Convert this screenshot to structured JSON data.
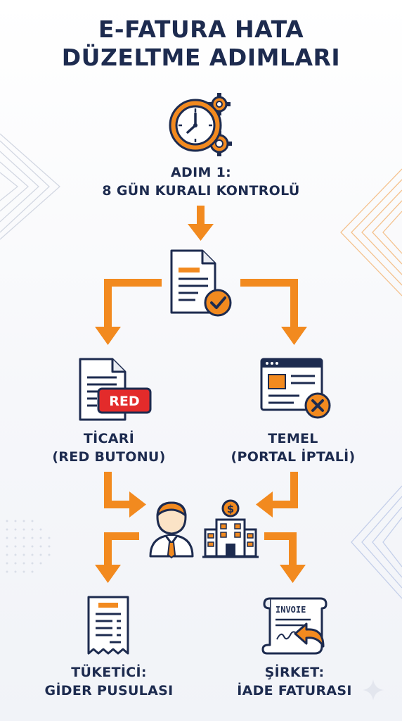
{
  "title": {
    "line1": "E-FATURA HATA",
    "line2": "DÜZELTME ADIMLARI"
  },
  "steps": {
    "step1": {
      "line1": "ADIM 1:",
      "line2": "8 GÜN KURALI KONTROLÜ"
    },
    "ticari": {
      "line1": "TİCARİ",
      "line2": "(RED BUTONU)"
    },
    "temel": {
      "line1": "TEMEL",
      "line2": "(PORTAL İPTALİ)"
    },
    "tuketici": {
      "line1": "TÜKETİCİ:",
      "line2": "GİDER PUSULASI"
    },
    "sirket": {
      "line1": "ŞİRKET:",
      "line2": "İADE FATURASI"
    }
  },
  "badges": {
    "red": "RED",
    "invoice": "INVOIE",
    "dollar": "$"
  },
  "colors": {
    "navy": "#1d2b4f",
    "orange": "#f28a1f",
    "red": "#e32b2b",
    "light_orange": "#fbe3c6"
  },
  "icons": [
    "clock-gears-icon",
    "document-check-icon",
    "document-red-icon",
    "browser-cancel-icon",
    "person-icon",
    "building-icon",
    "receipt-icon",
    "invoice-return-icon"
  ]
}
